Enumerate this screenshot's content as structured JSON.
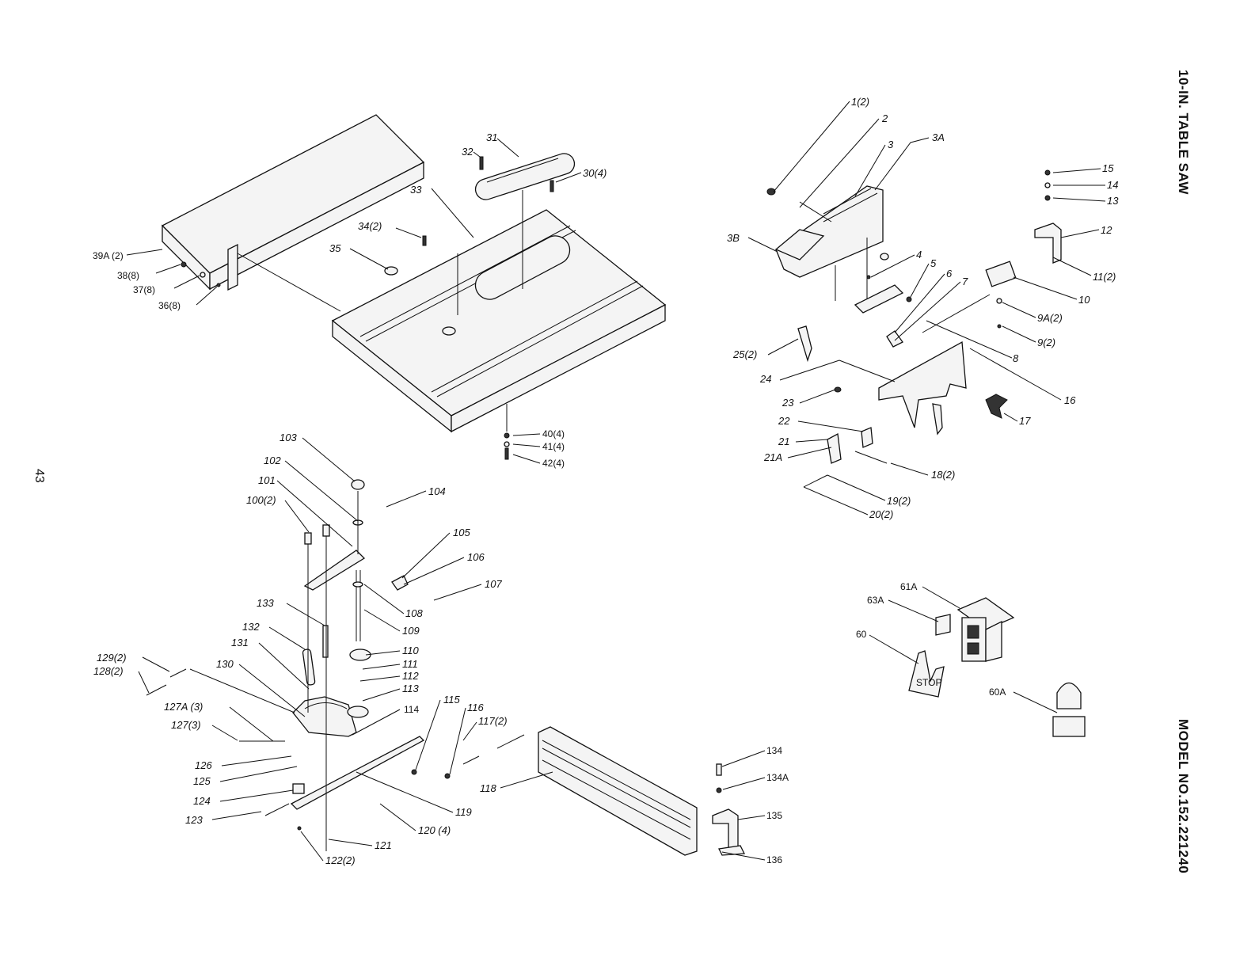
{
  "page": {
    "number": "43",
    "title": "10-IN. TABLE SAW",
    "model": "MODEL NO.152.221240"
  },
  "stop_label": "STOP",
  "labels": {
    "l1": "1(2)",
    "l2": "2",
    "l3": "3",
    "l3A": "3A",
    "l3B": "3B",
    "l4": "4",
    "l5": "5",
    "l6": "6",
    "l7": "7",
    "l8": "8",
    "l9": "9(2)",
    "l9A": "9A(2)",
    "l10": "10",
    "l11": "11(2)",
    "l12": "12",
    "l13": "13",
    "l14": "14",
    "l15": "15",
    "l16": "16",
    "l17": "17",
    "l18": "18(2)",
    "l19": "19(2)",
    "l20": "20(2)",
    "l21": "21",
    "l21A": "21A",
    "l22": "22",
    "l23": "23",
    "l24": "24",
    "l25": "25(2)",
    "l30": "30(4)",
    "l31": "31",
    "l32": "32",
    "l33": "33",
    "l34": "34(2)",
    "l35": "35",
    "l36": "36(8)",
    "l37": "37(8)",
    "l38": "38(8)",
    "l39A": "39A (2)",
    "l40": "40(4)",
    "l41": "41(4)",
    "l42": "42(4)",
    "l60": "60",
    "l60A": "60A",
    "l61A": "61A",
    "l63A": "63A",
    "l100": "100(2)",
    "l101": "101",
    "l102": "102",
    "l103": "103",
    "l104": "104",
    "l105": "105",
    "l106": "106",
    "l107": "107",
    "l108": "108",
    "l109": "109",
    "l110": "110",
    "l111": "111",
    "l112": "112",
    "l113": "113",
    "l114": "114",
    "l115": "115",
    "l116": "116",
    "l117": "117(2)",
    "l118": "118",
    "l119": "119",
    "l120": "120 (4)",
    "l121": "121",
    "l122": "122(2)",
    "l123": "123",
    "l124": "124",
    "l125": "125",
    "l126": "126",
    "l127": "127(3)",
    "l127A": "127A (3)",
    "l128": "128(2)",
    "l129": "129(2)",
    "l130": "130",
    "l131": "131",
    "l132": "132",
    "l133": "133",
    "l134": "134",
    "l134A": "134A",
    "l135": "135",
    "l136": "136"
  }
}
